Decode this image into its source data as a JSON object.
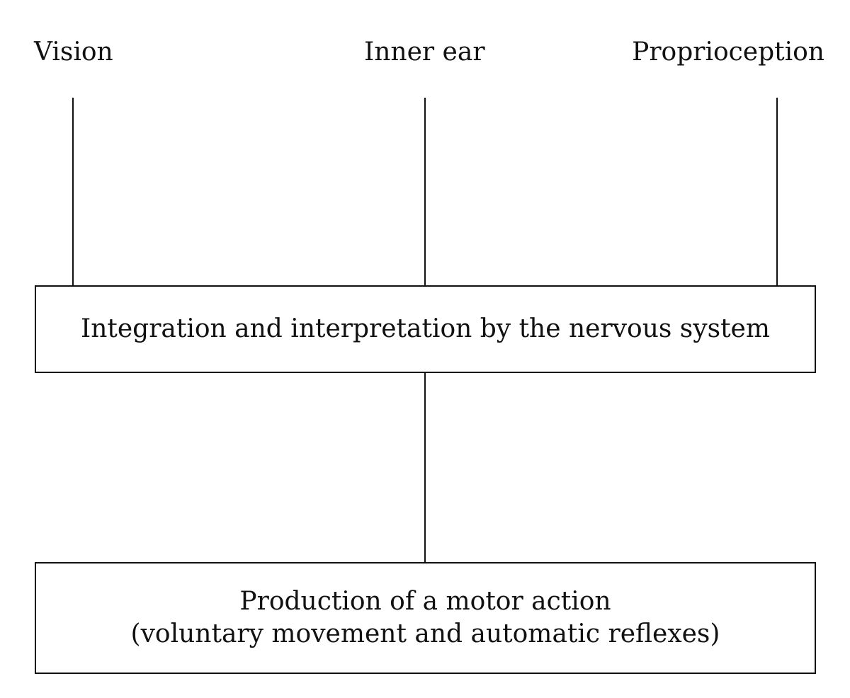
{
  "inputs": {
    "vision": "Vision",
    "inner_ear": "Inner ear",
    "proprioception": "Proprioception"
  },
  "integration": {
    "text": "Integration and interpretation by the nervous system"
  },
  "output": {
    "line1": "Production of a motor action",
    "line2": "(voluntary movement and automatic reflexes)"
  },
  "colors": {
    "stroke": "#111111",
    "background": "#ffffff"
  }
}
